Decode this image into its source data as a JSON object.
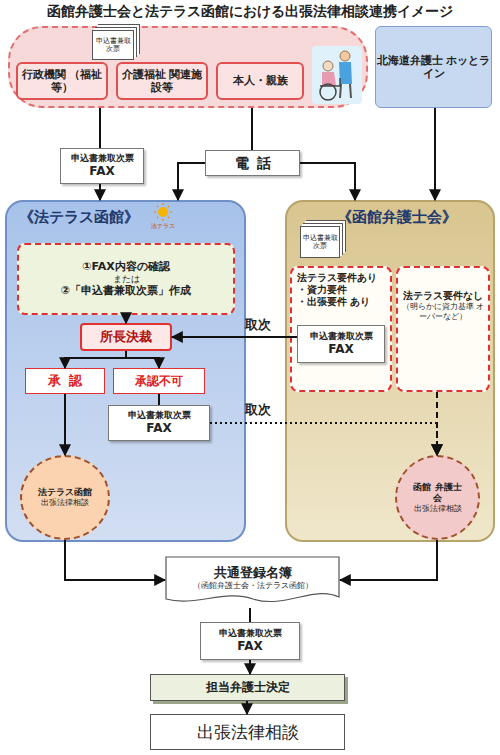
{
  "diagram": {
    "title": "函館弁護士会と法テラス函館における出張法律相談連携イメージ",
    "nodes": [
      {
        "text": []
      },
      {
        "text": [
          "申込書兼取次票"
        ],
        "in": 0
      },
      {
        "text": [
          "行政機関 （福祉等）"
        ],
        "in": 0
      },
      {
        "text": [
          "介護福祉 関連施設等"
        ],
        "in": 0
      },
      {
        "text": [
          "本人・親族"
        ],
        "in": 0
      },
      {
        "text": [
          "北海道弁護士 ホッとライン"
        ]
      },
      {
        "text": [
          "申込書兼取次票",
          "FAX"
        ]
      },
      {
        "text": [
          "電話"
        ]
      },
      {
        "text": [
          "《法テラス函館》"
        ]
      },
      {
        "text": [
          "①FAX内容の確認",
          "または",
          "②「申込書兼取次票」作成"
        ],
        "in": 8
      },
      {
        "text": [
          "所長決裁"
        ],
        "in": 8
      },
      {
        "text": [
          "承認"
        ],
        "in": 8
      },
      {
        "text": [
          "承認不可"
        ],
        "in": 8
      },
      {
        "text": [
          "申込書兼取次票",
          "FAX"
        ],
        "in": 8
      },
      {
        "text": [
          "法テラス函館",
          "出張法律相談"
        ],
        "in": 8
      },
      {
        "text": [
          "《函館弁護士会》"
        ]
      },
      {
        "text": [
          "申込書兼取次票"
        ],
        "in": 15
      },
      {
        "text": [
          "法テラス要件あり",
          "・資力要件",
          "・出張要件 あり"
        ],
        "in": 15
      },
      {
        "text": [
          "申込書兼取次票",
          "FAX"
        ],
        "in": 17
      },
      {
        "text": [
          "法テラス要件なし",
          "（明らかに資力基準 オーバーなど）"
        ],
        "in": 15
      },
      {
        "text": [
          "函館 弁護士会",
          "出張法律相談"
        ],
        "in": 15
      },
      {
        "text": [
          "共通登録名簿",
          "（函館弁護士会・法テラス函館）"
        ]
      },
      {
        "text": [
          "申込書兼取次票",
          "FAX"
        ]
      },
      {
        "text": [
          "担当弁護士決定"
        ]
      },
      {
        "text": [
          "出張法律相談"
        ]
      }
    ],
    "edges": [
      {
        "from": 0,
        "to": 6,
        "arrow": "none"
      },
      {
        "from": 6,
        "to": 8,
        "arrow": "to"
      },
      {
        "from": 0,
        "to": 7,
        "arrow": "none"
      },
      {
        "from": 7,
        "to": 8,
        "arrow": "to"
      },
      {
        "from": 7,
        "to": 15,
        "arrow": "to"
      },
      {
        "from": 5,
        "to": 15,
        "arrow": "to"
      },
      {
        "from": 9,
        "to": 10,
        "arrow": "to"
      },
      {
        "from": 10,
        "to": 11,
        "arrow": "to"
      },
      {
        "from": 10,
        "to": 12,
        "arrow": "to"
      },
      {
        "from": 11,
        "to": 14,
        "arrow": "to"
      },
      {
        "from": 12,
        "to": 13,
        "arrow": "none"
      },
      {
        "from": 13,
        "to": 20,
        "label": "取次",
        "arrow": "to"
      },
      {
        "from": 18,
        "to": 10,
        "label": "取次",
        "arrow": "to"
      },
      {
        "from": 19,
        "to": 20,
        "arrow": "to"
      },
      {
        "from": 14,
        "to": 21,
        "arrow": "to"
      },
      {
        "from": 20,
        "to": 21,
        "arrow": "to"
      },
      {
        "from": 21,
        "to": 22,
        "arrow": "none"
      },
      {
        "from": 22,
        "to": 23,
        "arrow": "to"
      },
      {
        "from": 23,
        "to": 24,
        "arrow": "to"
      }
    ],
    "labels": [
      "法テラス"
    ]
  }
}
